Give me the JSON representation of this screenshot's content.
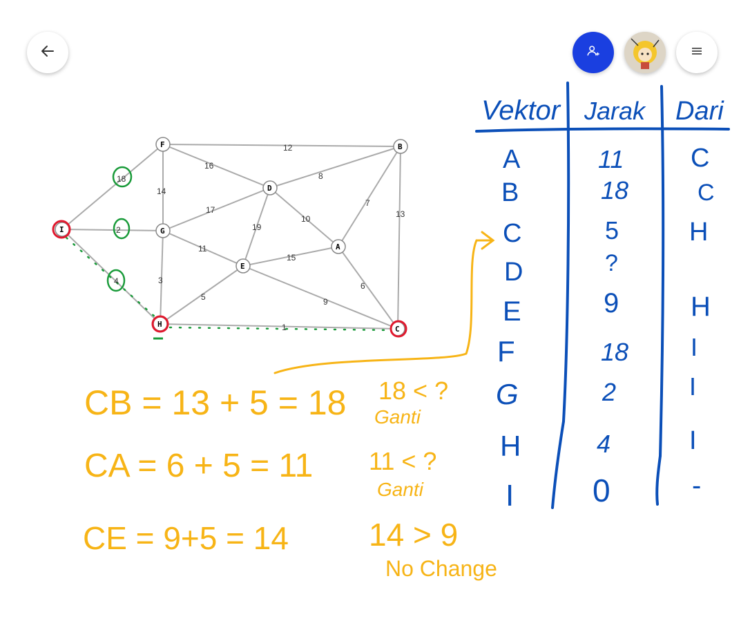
{
  "toolbar": {
    "back_icon": "arrow-left-icon",
    "share_icon": "add-user-icon",
    "menu_icon": "hamburger-menu-icon",
    "accent": "#1a3fe0"
  },
  "graph": {
    "nodes": [
      "F",
      "B",
      "D",
      "I",
      "G",
      "A",
      "E",
      "H",
      "C"
    ],
    "edges": [
      {
        "from": "F",
        "to": "B",
        "w": "12"
      },
      {
        "from": "F",
        "to": "D",
        "w": "16"
      },
      {
        "from": "F",
        "to": "G",
        "w": "14"
      },
      {
        "from": "I",
        "to": "F",
        "w": "18"
      },
      {
        "from": "I",
        "to": "G",
        "w": "2"
      },
      {
        "from": "I",
        "to": "H",
        "w": "4"
      },
      {
        "from": "D",
        "to": "B",
        "w": "8"
      },
      {
        "from": "G",
        "to": "D",
        "w": "17"
      },
      {
        "from": "D",
        "to": "E",
        "w": "19"
      },
      {
        "from": "D",
        "to": "A",
        "w": "10"
      },
      {
        "from": "A",
        "to": "B",
        "w": "7"
      },
      {
        "from": "B",
        "to": "C",
        "w": "13"
      },
      {
        "from": "G",
        "to": "E",
        "w": "11"
      },
      {
        "from": "E",
        "to": "A",
        "w": "15"
      },
      {
        "from": "G",
        "to": "H",
        "w": "3"
      },
      {
        "from": "H",
        "to": "E",
        "w": "5"
      },
      {
        "from": "A",
        "to": "C",
        "w": "6"
      },
      {
        "from": "E",
        "to": "C",
        "w": "9"
      },
      {
        "from": "H",
        "to": "C",
        "w": "1"
      }
    ],
    "highlight_color": "#e0182d",
    "mark_color": "#1a9b3a"
  },
  "table": {
    "headers": [
      "Vektor",
      "Jarak",
      "Dari"
    ],
    "rows": [
      {
        "vektor": "A",
        "jarak": "11",
        "dari": "C"
      },
      {
        "vektor": "B",
        "jarak": "18",
        "dari": "C"
      },
      {
        "vektor": "C",
        "jarak": "5",
        "dari": "H"
      },
      {
        "vektor": "D",
        "jarak": "?",
        "dari": ""
      },
      {
        "vektor": "E",
        "jarak": "9",
        "dari": "H"
      },
      {
        "vektor": "F",
        "jarak": "18",
        "dari": "I"
      },
      {
        "vektor": "G",
        "jarak": "2",
        "dari": "I"
      },
      {
        "vektor": "H",
        "jarak": "4",
        "dari": "I"
      },
      {
        "vektor": "I",
        "jarak": "0",
        "dari": "-"
      }
    ],
    "ink_color": "#0b4fb8"
  },
  "notes": {
    "ink_color": "#f7b416",
    "lines": [
      {
        "calc": "CB = 13 + 5 = 18",
        "cmp": "18 < ?",
        "note": "Ganti"
      },
      {
        "calc": "CA = 6 + 5 = 11",
        "cmp": "11 < ?",
        "note": "Ganti"
      },
      {
        "calc": "CE = 9+5 = 14",
        "cmp": "14 > 9",
        "note": "No Change"
      }
    ]
  }
}
